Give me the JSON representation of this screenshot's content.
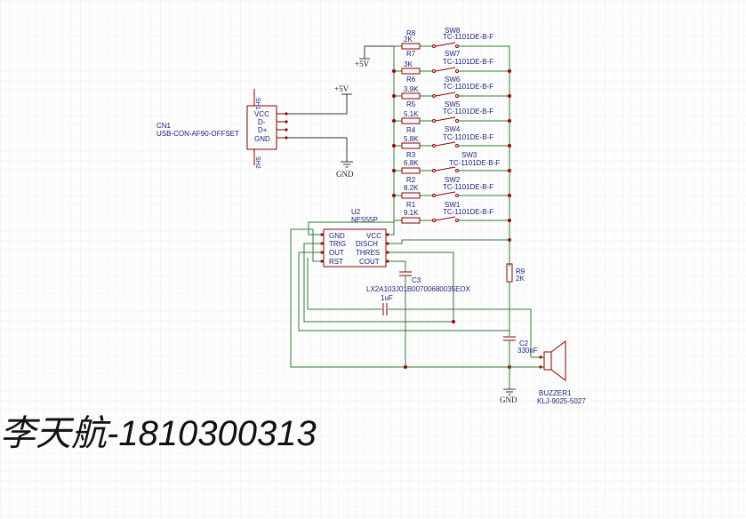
{
  "watermark": "李天航-1810300313",
  "power": {
    "vcc_top": "+5V",
    "vcc_usb": "+5V",
    "gnd_usb": "GND",
    "gnd_main": "GND"
  },
  "usb": {
    "ref": "CN1",
    "part": "USB-CON-AF90-OFFSET",
    "pins": [
      "VCC",
      "D-",
      "D+",
      "GND"
    ]
  },
  "ic": {
    "ref": "U2",
    "part": "NE555P",
    "left_pins": [
      "GND",
      "TRIG",
      "OUT",
      "RST"
    ],
    "right_pins": [
      "VCC",
      "DISCH",
      "THRES",
      "COUT"
    ]
  },
  "ladder": [
    {
      "r": "R8",
      "rv": "2K",
      "sw": "SW8",
      "part": "TC-1101DE-B-F"
    },
    {
      "r": "R7",
      "rv": "3K",
      "sw": "SW7",
      "part": "TC-1101DE-B-F"
    },
    {
      "r": "R6",
      "rv": "3.9K",
      "sw": "SW6",
      "part": "TC-1101DE-B-F"
    },
    {
      "r": "R5",
      "rv": "5.1K",
      "sw": "SW5",
      "part": "TC-1101DE-B-F"
    },
    {
      "r": "R4",
      "rv": "5.8K",
      "sw": "SW4",
      "part": "TC-1101DE-B-F"
    },
    {
      "r": "R3",
      "rv": "6.8K",
      "sw": "SW3",
      "part": "TC-1101DE-B-F"
    },
    {
      "r": "R2",
      "rv": "8.2K",
      "sw": "SW2",
      "part": "TC-1101DE-B-F"
    },
    {
      "r": "R1",
      "rv": "9.1K",
      "sw": "SW1",
      "part": "TC-1101DE-B-F"
    }
  ],
  "c3": {
    "ref": "C3",
    "part": "LX2A103J01B00700680035EOX"
  },
  "c1": {
    "value": "1uF"
  },
  "r9": {
    "ref": "R9",
    "value": "2K"
  },
  "c2": {
    "ref": "C2",
    "value": "330nF"
  },
  "buzzer": {
    "ref": "BUZZER1",
    "part": "KLJ-9025-5027"
  }
}
